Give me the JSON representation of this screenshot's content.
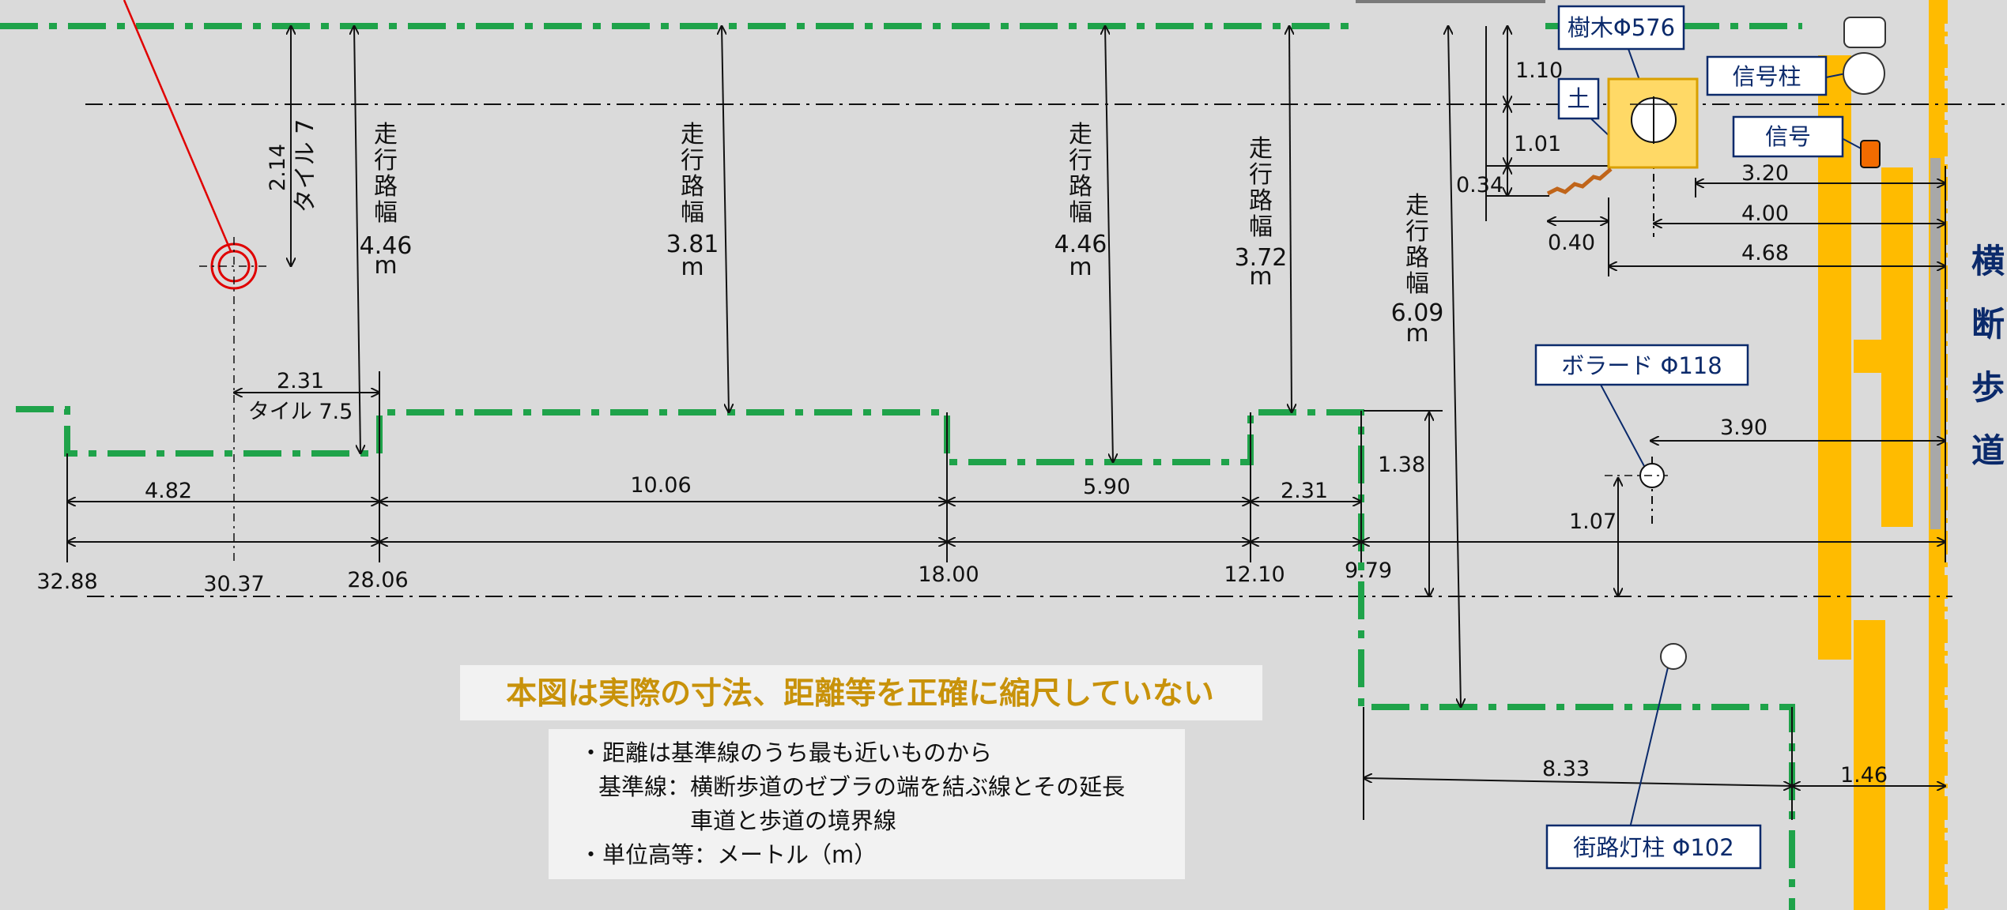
{
  "labels": {
    "tree": "樹木Φ576",
    "soil": "土",
    "signal_pole": "信号柱",
    "signal": "信号",
    "bollard": "ボラード Φ118",
    "streetlight": "街路灯柱 Φ102",
    "crosswalk": [
      "横",
      "断",
      "歩",
      "道"
    ]
  },
  "road_widths": [
    {
      "chars": [
        "走",
        "行",
        "路",
        "幅"
      ],
      "value": "4.46",
      "unit": "m"
    },
    {
      "chars": [
        "走",
        "行",
        "路",
        "幅"
      ],
      "value": "3.81",
      "unit": "m"
    },
    {
      "chars": [
        "走",
        "行",
        "路",
        "幅"
      ],
      "value": "4.46",
      "unit": "m"
    },
    {
      "chars": [
        "走",
        "行",
        "路",
        "幅"
      ],
      "value": "3.72",
      "unit": "m"
    },
    {
      "chars": [
        "走",
        "行",
        "路",
        "幅"
      ],
      "value": "6.09",
      "unit": "m"
    }
  ],
  "tile_labels": {
    "tile7_value": "2.14",
    "tile7_text": "タイル 7",
    "tile75_value": "2.31",
    "tile75_text": "タイル 7.5"
  },
  "dimensions": {
    "seg_4_82": "4.82",
    "seg_10_06": "10.06",
    "seg_5_90": "5.90",
    "seg_2_31": "2.31",
    "pos_32_88": "32.88",
    "pos_30_37": "30.37",
    "pos_28_06": "28.06",
    "pos_18_00": "18.00",
    "pos_12_10": "12.10",
    "pos_9_79": "9.79",
    "v_1_38": "1.38",
    "v_1_07": "1.07",
    "v_1_10": "1.10",
    "v_1_01": "1.01",
    "v_0_34": "0.34",
    "h_0_40": "0.40",
    "h_3_20": "3.20",
    "h_4_00": "4.00",
    "h_4_68": "4.68",
    "h_3_90": "3.90",
    "h_8_33": "8.33",
    "h_1_46": "1.46"
  },
  "warning": "本図は実際の寸法、距離等を正確に縮尺していない",
  "notes": [
    "・距離は基準線のうち最も近いものから",
    "基準線：横断歩道のゼブラの端を結ぶ線とその延長",
    "車道と歩道の境界線",
    "・単位高等：メートル（m）"
  ],
  "colors": {
    "background": "#dadada",
    "boundary": "#1fa34a",
    "sidewalk": "#ffbb00",
    "target": "#e00000",
    "label": "#0b2a6b",
    "warning": "#c8920a",
    "tree_fill": "#ffd966",
    "signal": "#f26b00",
    "crack": "#c0651a"
  }
}
